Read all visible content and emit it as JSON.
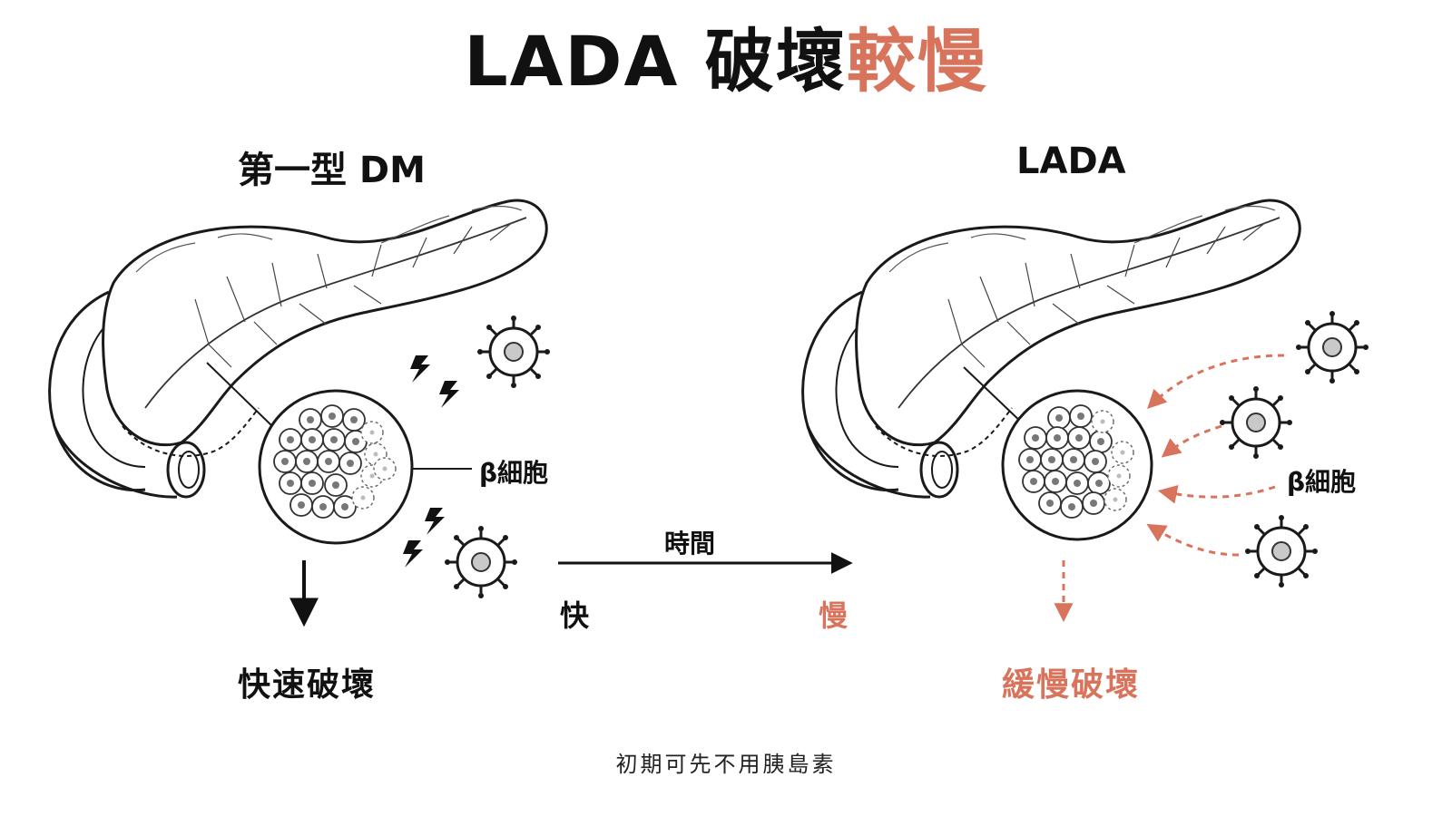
{
  "title": {
    "main": "LADA 破壞",
    "accent": "較慢"
  },
  "left_panel": {
    "heading": "第一型 DM",
    "beta_label": "β細胞",
    "outcome": "快速破壞"
  },
  "right_panel": {
    "heading": "LADA",
    "beta_label": "β細胞",
    "outcome": "緩慢破壞"
  },
  "timeline": {
    "label": "時間",
    "fast": "快",
    "slow": "慢"
  },
  "footnote": "初期可先不用胰島素",
  "colors": {
    "text": "#111111",
    "accent": "#d9745c",
    "line": "#1a1a1a"
  }
}
